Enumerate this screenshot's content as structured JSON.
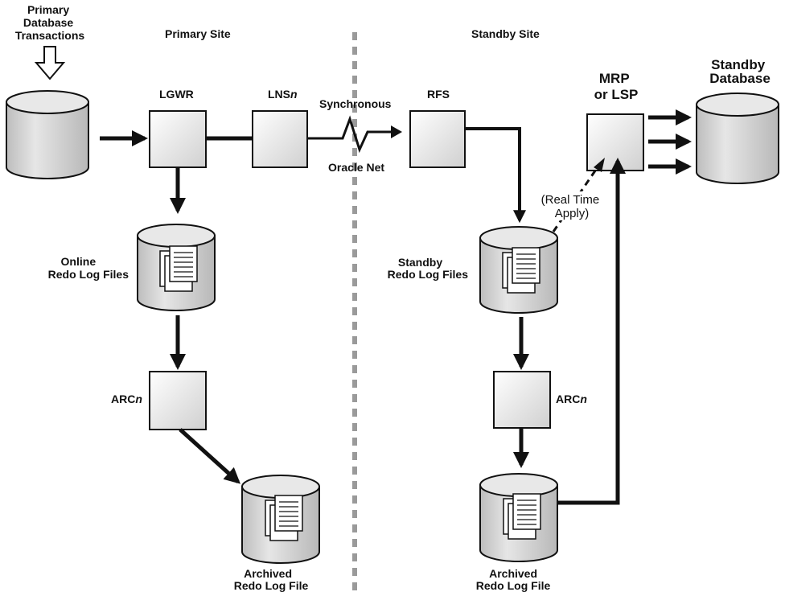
{
  "labels": {
    "primary_txn": [
      "Primary",
      "Database",
      "Transactions"
    ],
    "primary_site": "Primary Site",
    "standby_site": "Standby Site",
    "lgwr": "LGWR",
    "lns_prefix": "LNS",
    "lns_suffix": "n",
    "synchronous": "Synchronous",
    "oracle_net": "Oracle Net",
    "rfs": "RFS",
    "mrp": [
      "MRP",
      "or LSP"
    ],
    "standby_db": [
      "Standby",
      "Database"
    ],
    "real_time_apply": [
      "(Real Time",
      "Apply)"
    ],
    "online_redo": [
      "Online",
      "Redo Log Files"
    ],
    "standby_redo": [
      "Standby",
      "Redo Log Files"
    ],
    "arc_prefix": "ARC",
    "arc_suffix": "n",
    "archived_redo": [
      "Archived",
      "Redo Log File"
    ]
  },
  "colors": {
    "stroke": "#111111",
    "box_fill": "#e4e4e4",
    "cylinder_fill": "#cfcfcf",
    "divider": "#9a9a9a"
  }
}
